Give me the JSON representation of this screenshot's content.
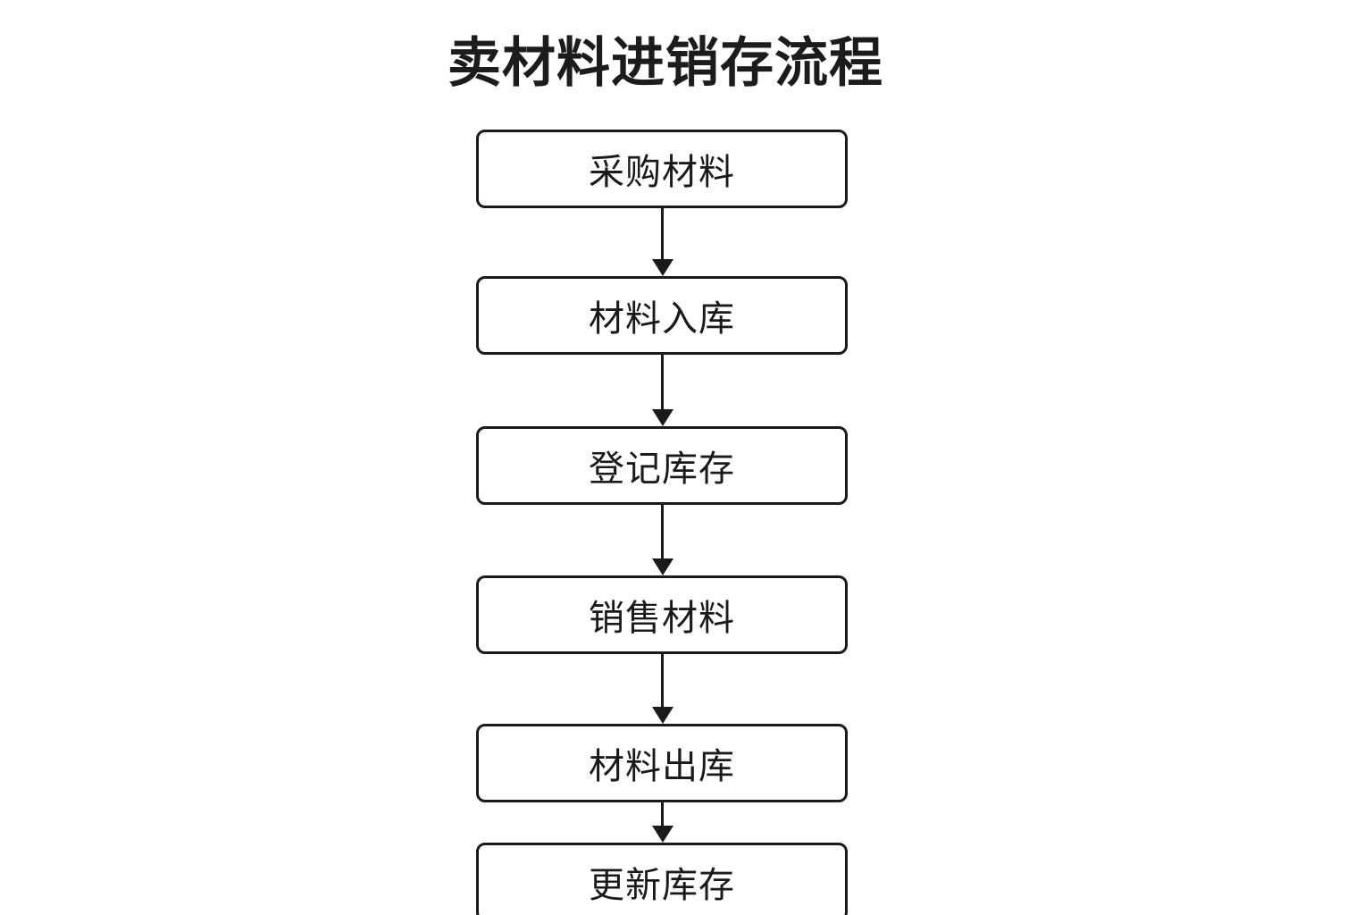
{
  "diagram": {
    "title": "卖材料进销存流程",
    "type": "flowchart",
    "direction": "top-down",
    "nodes": [
      {
        "label": "采购材料"
      },
      {
        "label": "材料入库"
      },
      {
        "label": "登记库存"
      },
      {
        "label": "销售材料"
      },
      {
        "label": "材料出库"
      },
      {
        "label": "更新库存"
      }
    ],
    "edges": [
      {
        "from": "采购材料",
        "to": "材料入库"
      },
      {
        "from": "材料入库",
        "to": "登记库存"
      },
      {
        "from": "登记库存",
        "to": "销售材料"
      },
      {
        "from": "销售材料",
        "to": "材料出库"
      },
      {
        "from": "材料出库",
        "to": "更新库存"
      }
    ],
    "colors": {
      "background": "#ffffff",
      "node_fill": "#ffffff",
      "node_border": "#1a1a1a",
      "text": "#1a1a1a",
      "arrow": "#1a1a1a"
    }
  }
}
